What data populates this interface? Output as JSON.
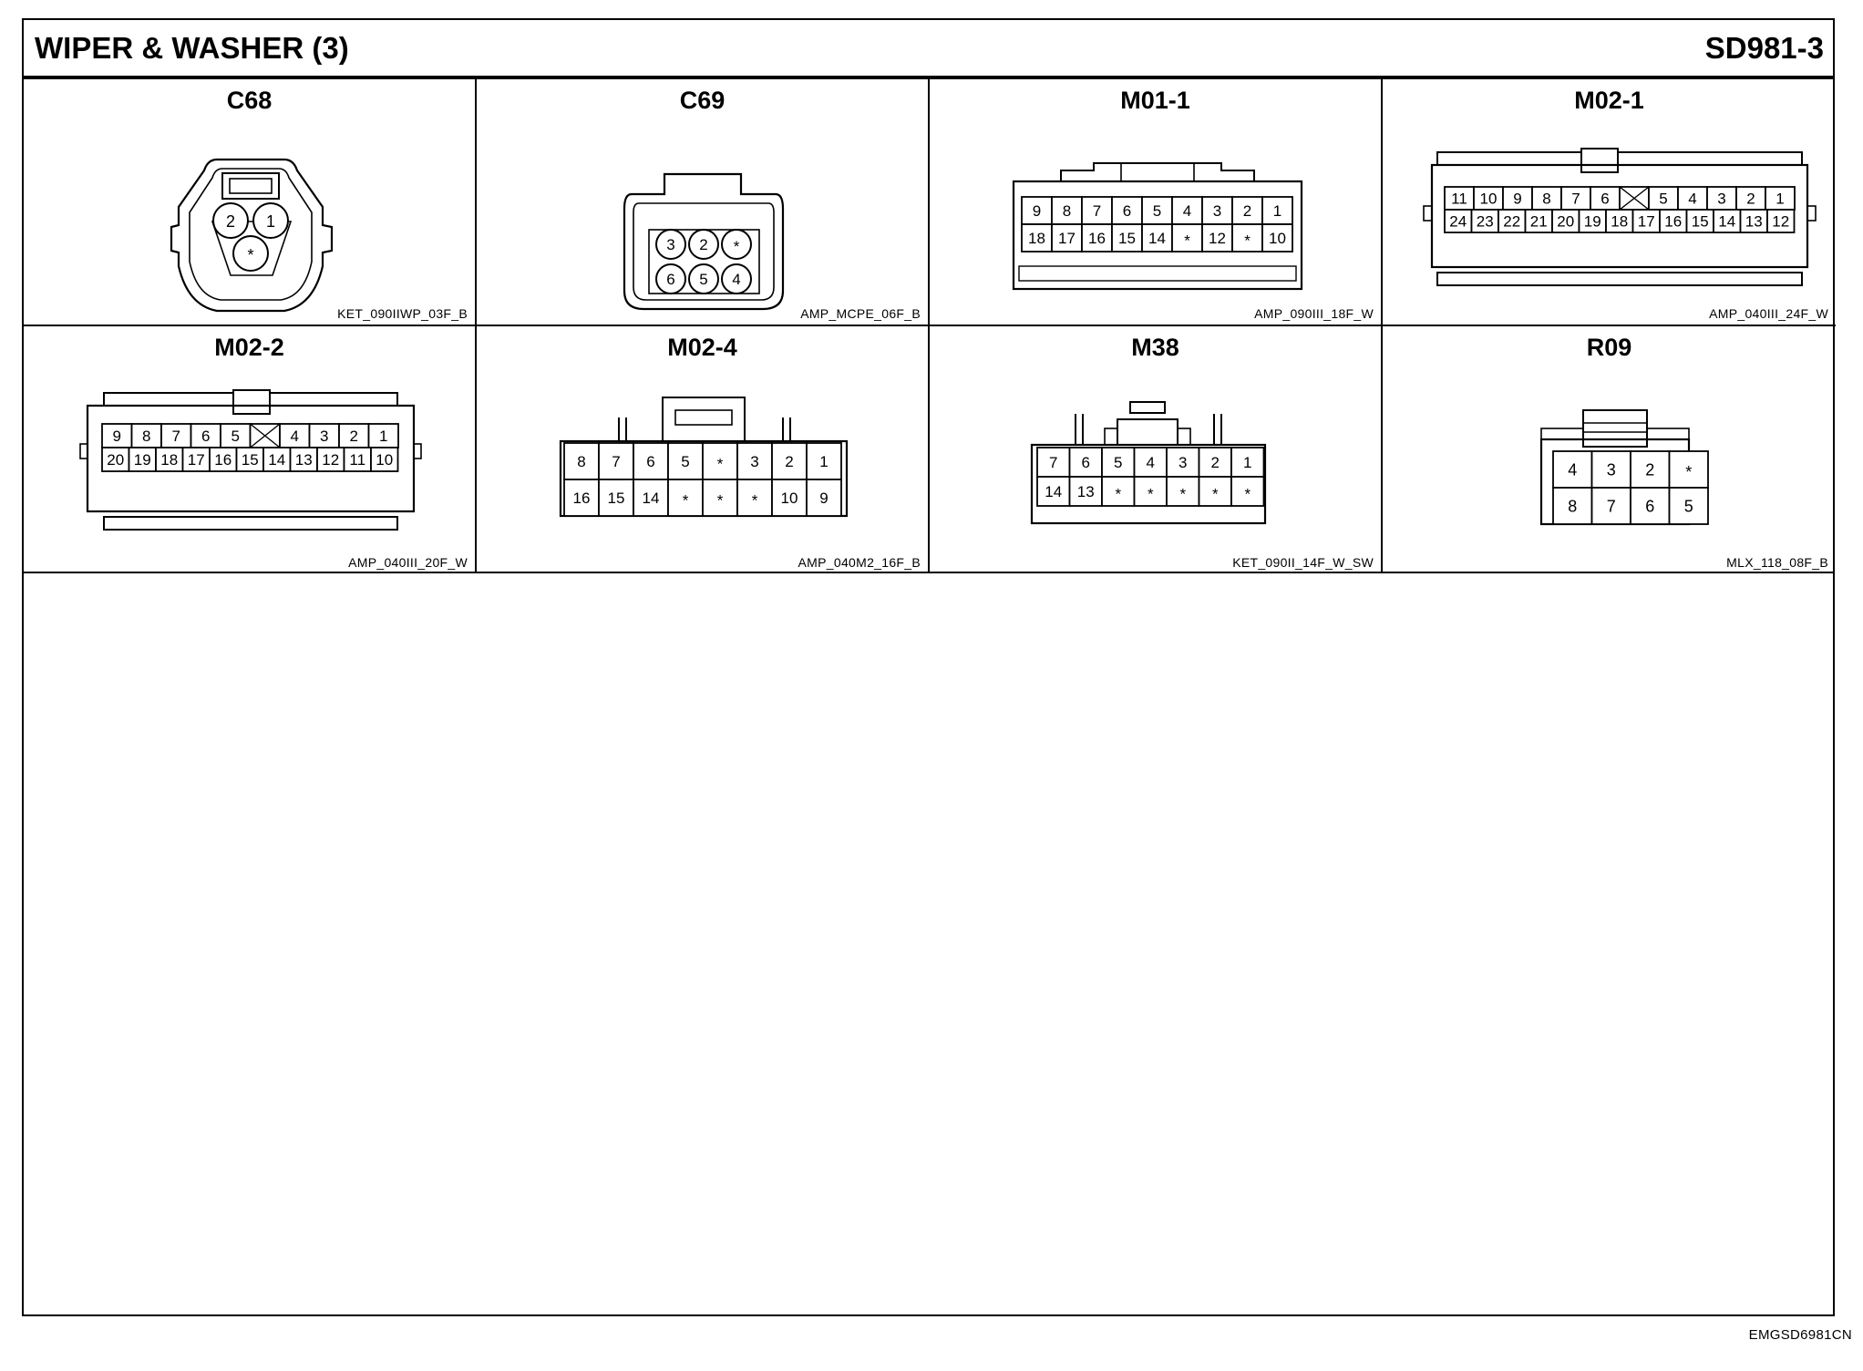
{
  "header": {
    "title": "WIPER & WASHER (3)",
    "code": "SD981-3"
  },
  "footer": {
    "doc_id": "EMGSD6981CN"
  },
  "connectors": [
    {
      "name": "C68",
      "type": "KET_090IIWP_03F_B",
      "pins": [
        "2",
        "1",
        "*"
      ]
    },
    {
      "name": "C69",
      "type": "AMP_MCPE_06F_B",
      "top_row": [
        "3",
        "2",
        "*"
      ],
      "bottom_row": [
        "6",
        "5",
        "4"
      ]
    },
    {
      "name": "M01-1",
      "type": "AMP_090III_18F_W",
      "top_row": [
        "9",
        "8",
        "7",
        "6",
        "5",
        "4",
        "3",
        "2",
        "1"
      ],
      "bottom_row": [
        "18",
        "17",
        "16",
        "15",
        "14",
        "*",
        "12",
        "*",
        "10"
      ]
    },
    {
      "name": "M02-1",
      "type": "AMP_040III_24F_W",
      "top_row": [
        "11",
        "10",
        "9",
        "8",
        "7",
        "6",
        "",
        "5",
        "4",
        "3",
        "2",
        "1"
      ],
      "bottom_row": [
        "24",
        "23",
        "22",
        "21",
        "20",
        "19",
        "18",
        "17",
        "16",
        "15",
        "14",
        "13",
        "12"
      ]
    },
    {
      "name": "M02-2",
      "type": "AMP_040III_20F_W",
      "top_row": [
        "9",
        "8",
        "7",
        "6",
        "5",
        "",
        "4",
        "3",
        "2",
        "1"
      ],
      "bottom_row": [
        "20",
        "19",
        "18",
        "17",
        "16",
        "15",
        "14",
        "13",
        "12",
        "11",
        "10"
      ]
    },
    {
      "name": "M02-4",
      "type": "AMP_040M2_16F_B",
      "top_row": [
        "8",
        "7",
        "6",
        "5",
        "*",
        "3",
        "2",
        "1"
      ],
      "bottom_row": [
        "16",
        "15",
        "14",
        "*",
        "*",
        "*",
        "10",
        "9"
      ]
    },
    {
      "name": "M38",
      "type": "KET_090II_14F_W_SW",
      "top_row": [
        "7",
        "6",
        "5",
        "4",
        "3",
        "2",
        "1"
      ],
      "bottom_row": [
        "14",
        "13",
        "*",
        "*",
        "*",
        "*",
        "*"
      ]
    },
    {
      "name": "R09",
      "type": "MLX_118_08F_B",
      "top_row": [
        "4",
        "3",
        "2",
        "*"
      ],
      "bottom_row": [
        "8",
        "7",
        "6",
        "5"
      ]
    }
  ]
}
